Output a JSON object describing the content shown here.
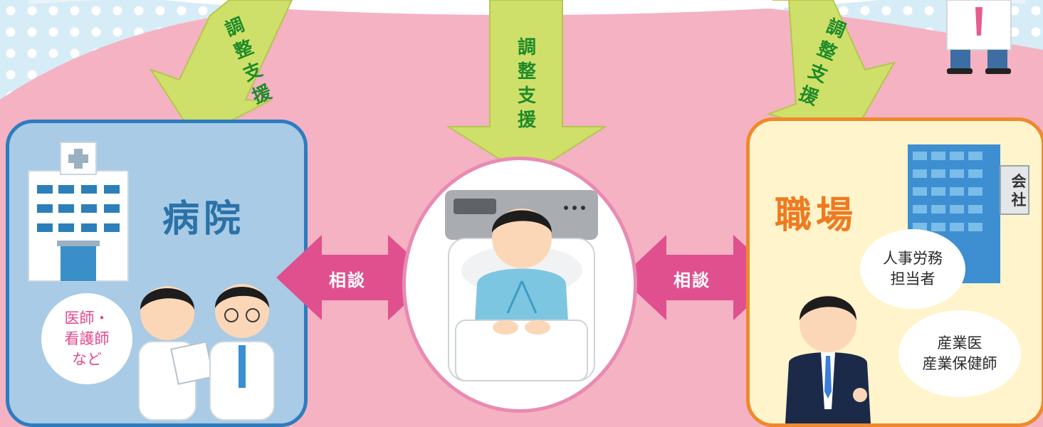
{
  "hospital": {
    "title": "病院",
    "staff_bubble": "医師・\n看護師\nなど"
  },
  "workplace": {
    "title": "職場",
    "hr_bubble": "人事労務\n担当者",
    "occupational_bubble": "産業医\n産業保健師",
    "building_sign": "会\n社"
  },
  "arrows": {
    "support_label": "調整支援",
    "consult_label": "相談"
  },
  "colors": {
    "background_pink": "#f4b2c3",
    "hospital_fill": "#a9cbe5",
    "hospital_border": "#2d7cc0",
    "workplace_fill": "#fff4cb",
    "workplace_border": "#f0882c",
    "support_arrow": "#cfe06a",
    "consult_arrow": "#e0508f"
  }
}
